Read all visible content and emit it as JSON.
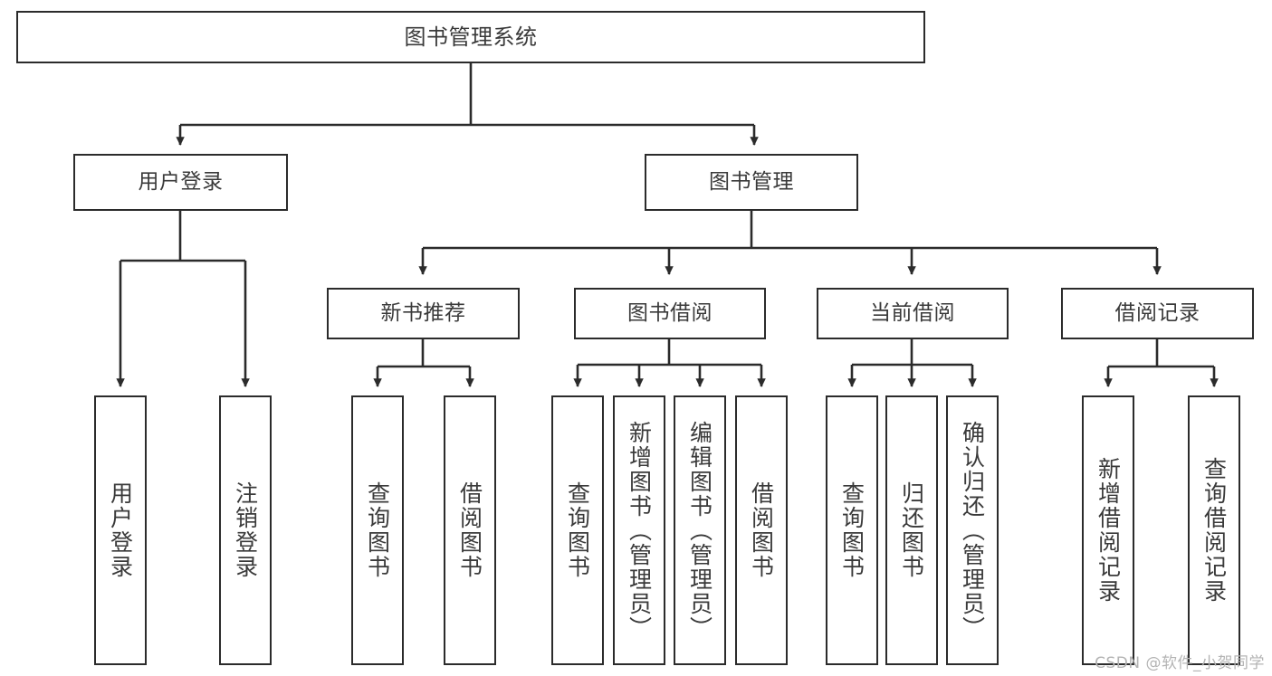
{
  "diagram": {
    "type": "tree",
    "title": "图书管理系统",
    "watermark": "CSDN @软件_小贺同学",
    "colors": {
      "border": "#2b2b2b",
      "text": "#3a3a3a",
      "background": "#ffffff",
      "edge": "#2b2b2b",
      "watermark": "#b4b4b4"
    },
    "nodes": {
      "root": {
        "label": "图书管理系统"
      },
      "level2": [
        {
          "id": "user-login",
          "label": "用户登录"
        },
        {
          "id": "book-manage",
          "label": "图书管理"
        }
      ],
      "level3": [
        {
          "id": "new-book-recommend",
          "label": "新书推荐"
        },
        {
          "id": "book-borrow",
          "label": "图书借阅"
        },
        {
          "id": "current-borrow",
          "label": "当前借阅"
        },
        {
          "id": "borrow-record",
          "label": "借阅记录"
        }
      ],
      "leaves": {
        "user-login": [
          {
            "id": "leaf-user-login",
            "label": "用户登录"
          },
          {
            "id": "leaf-logout-login",
            "label": "注销登录"
          }
        ],
        "new-book-recommend": [
          {
            "id": "leaf-query-book-1",
            "label": "查询图书"
          },
          {
            "id": "leaf-borrow-book-1",
            "label": "借阅图书"
          }
        ],
        "book-borrow": [
          {
            "id": "leaf-query-book-2",
            "label": "查询图书"
          },
          {
            "id": "leaf-add-book",
            "label": "新增图书（管理员）"
          },
          {
            "id": "leaf-edit-book",
            "label": "编辑图书（管理员）"
          },
          {
            "id": "leaf-borrow-book-2",
            "label": "借阅图书"
          }
        ],
        "current-borrow": [
          {
            "id": "leaf-query-book-3",
            "label": "查询图书"
          },
          {
            "id": "leaf-return-book",
            "label": "归还图书"
          },
          {
            "id": "leaf-confirm-return",
            "label": "确认归还（管理员）"
          }
        ],
        "borrow-record": [
          {
            "id": "leaf-add-record",
            "label": "新增借阅记录"
          },
          {
            "id": "leaf-query-record",
            "label": "查询借阅记录"
          }
        ]
      }
    }
  }
}
